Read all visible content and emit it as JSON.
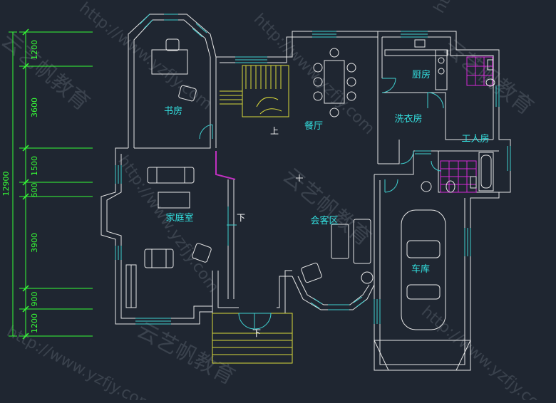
{
  "colors": {
    "background": "#1f2631",
    "wall": "#e6e6e6",
    "window": "#3fd0d0",
    "room_label": "#33e0e0",
    "dimension": "#36ff36",
    "stair": "#d9d93a",
    "tile": "#d62bd6",
    "opening": "#c030c0"
  },
  "dimensions": {
    "segments": [
      {
        "label": "1200"
      },
      {
        "label": "3600"
      },
      {
        "label": "1500"
      },
      {
        "label": "600"
      },
      {
        "label": "3900"
      },
      {
        "label": "900"
      },
      {
        "label": "1200"
      }
    ],
    "total": "12900"
  },
  "rooms": {
    "study": "书房",
    "dining": "餐厅",
    "kitchen": "厨房",
    "laundry": "洗衣房",
    "maid": "工人房",
    "family": "家庭室",
    "reception": "会客区",
    "garage": "车库"
  },
  "stairs": {
    "up": "上",
    "down_inner": "下",
    "down_entry": "下"
  },
  "watermarks": {
    "site": "http://www.yzfjy.com",
    "brand": "云艺帆教育"
  }
}
